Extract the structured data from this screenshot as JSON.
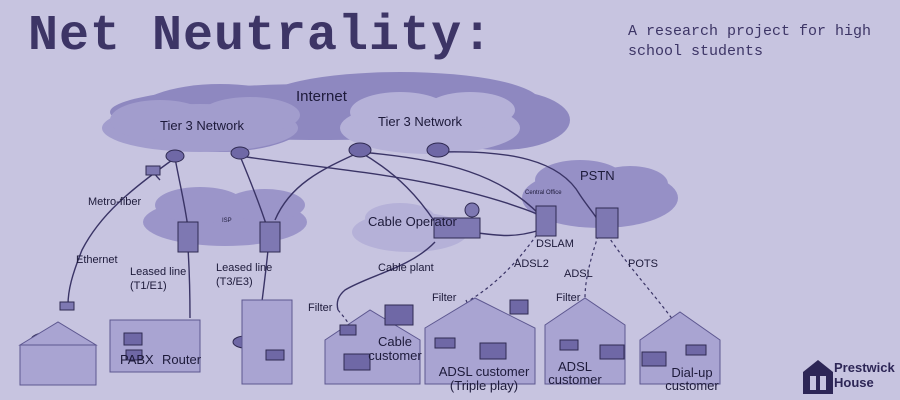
{
  "header": {
    "title": "Net Neutrality:",
    "subtitle": "A research project for high school students"
  },
  "clouds": {
    "internet": "Internet",
    "tier3_left": "Tier 3 Network",
    "tier3_right": "Tier 3 Network",
    "pstn": "PSTN",
    "central_office": "Central Office",
    "isp_small": "ISP"
  },
  "nodes": {
    "cable_operator": "Cable Operator",
    "dslam": "DSLAM"
  },
  "links": {
    "metro_fiber": "Metro-fiber",
    "ethernet": "Ethernet",
    "leased_line_t1": [
      "Leased line",
      "(T1/E1)"
    ],
    "leased_line_t3": [
      "Leased line",
      "(T3/E3)"
    ],
    "cable_plant": "Cable plant",
    "adsl2": "ADSL2",
    "adsl": "ADSL",
    "pots": "POTS",
    "filter_1": "Filter",
    "filter_2": "Filter",
    "filter_3": "Filter"
  },
  "endpoints": {
    "pabx": "PABX",
    "router": "Router",
    "cable_customer": [
      "Cable",
      "customer"
    ],
    "adsl_customer_triple": [
      "ADSL customer",
      "(Triple play)"
    ],
    "adsl_customer": [
      "ADSL",
      "customer"
    ],
    "dialup_customer": [
      "Dial-up",
      "customer"
    ]
  },
  "brand": {
    "name_line1": "Prestwick",
    "name_line2": "House"
  },
  "colors": {
    "background": "#c7c4e0",
    "title": "#3d3566",
    "cloud_fill": "#9690c6",
    "cloud_light": "#b3aed6",
    "device_fill": "#6f68a6",
    "line": "#3a3466"
  }
}
